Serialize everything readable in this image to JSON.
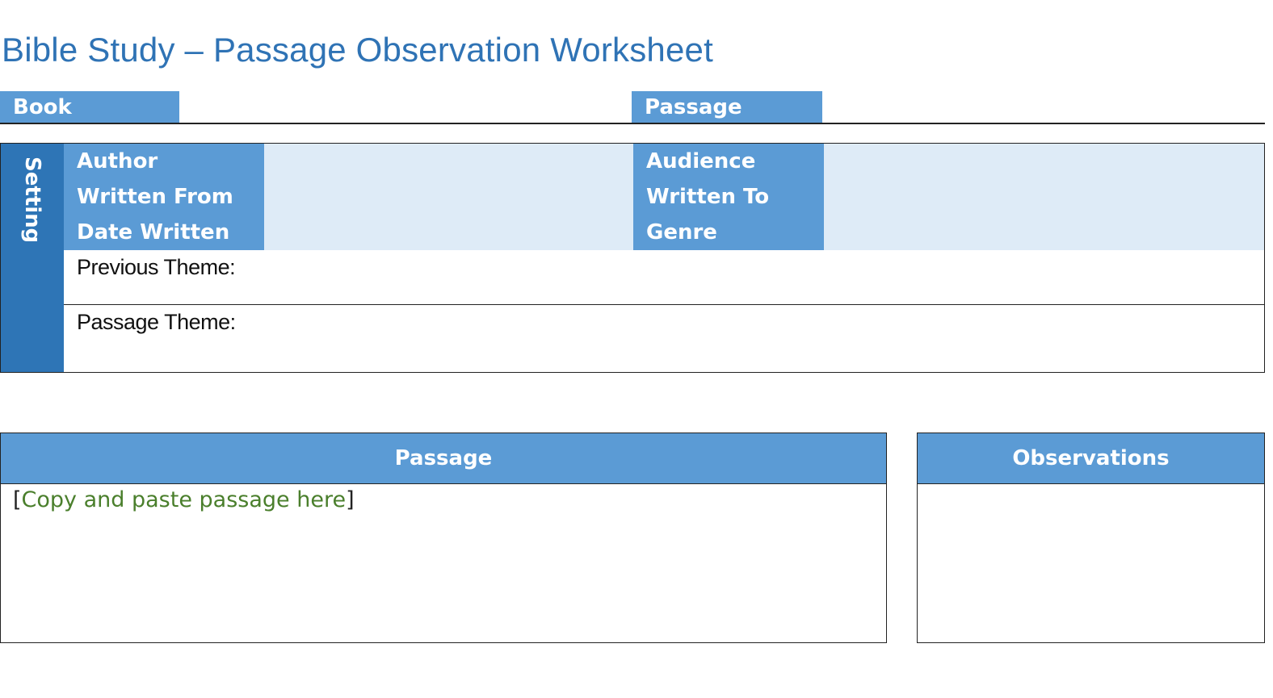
{
  "title": "Bible Study – Passage Observation Worksheet",
  "header_fields": {
    "book_label": "Book",
    "book_value": "",
    "passage_label": "Passage",
    "passage_value": ""
  },
  "setting": {
    "section_label": "Setting",
    "rows": [
      {
        "left_label": "Author",
        "left_value": "",
        "right_label": "Audience",
        "right_value": ""
      },
      {
        "left_label": "Written From",
        "left_value": "",
        "right_label": "Written To",
        "right_value": ""
      },
      {
        "left_label": "Date Written",
        "left_value": "",
        "right_label": "Genre",
        "right_value": ""
      }
    ],
    "previous_theme_label": "Previous Theme:",
    "passage_theme_label": "Passage Theme:"
  },
  "passage_box": {
    "header": "Passage",
    "placeholder_open": "[",
    "placeholder_text": "Copy and paste passage here",
    "placeholder_close": "]"
  },
  "observations_box": {
    "header": "Observations"
  },
  "colors": {
    "title": "#2f73b5",
    "label_fill": "#5b9bd5",
    "setting_side": "#2e75b6",
    "value_fill": "#deebf7",
    "placeholder_text": "#4a7f2c"
  }
}
